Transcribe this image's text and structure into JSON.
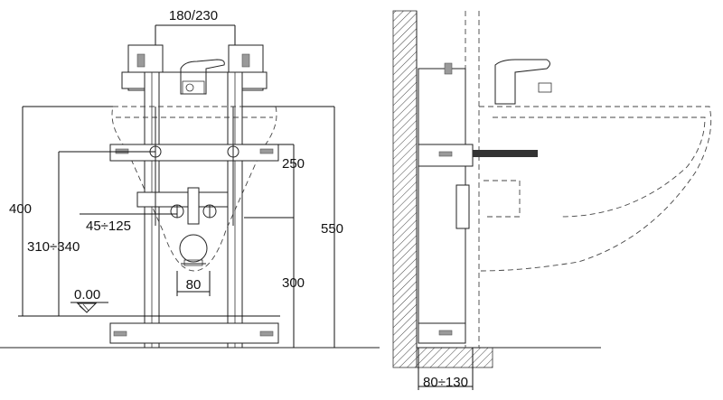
{
  "front_view": {
    "frame_width_label": "180/230",
    "height_400_label": "400",
    "height_310_340_label": "310÷340",
    "offset_45_125_label": "45÷125",
    "zero_level_label": "0.00",
    "drain_spacing_label": "80",
    "dim_250_label": "250",
    "dim_300_label": "300",
    "dim_550_label": "550"
  },
  "side_view": {
    "depth_label": "80÷130"
  }
}
